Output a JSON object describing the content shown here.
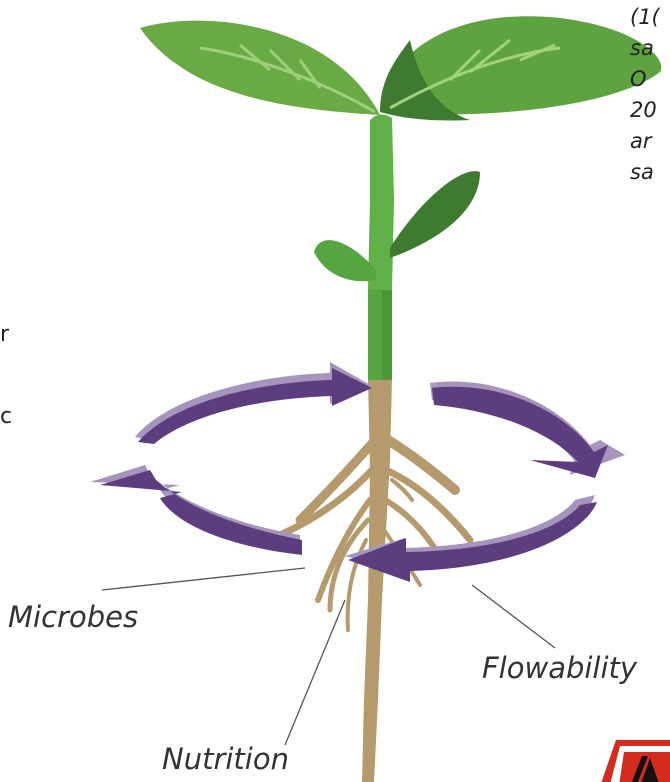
{
  "labels": {
    "microbes": "Microbes",
    "flowability": "Flowability",
    "nutrition": "Nutrition"
  },
  "side_text_lines": [
    "(1(",
    "sa",
    "O",
    "20",
    "ar",
    "sa"
  ],
  "left_fragments": [
    "r",
    "c"
  ],
  "colors": {
    "leaf_light": "#6aaa45",
    "leaf_dark": "#3f7a31",
    "stem": "#55a640",
    "root": "#b49a6c",
    "arrow": "#5c3e7e",
    "arrow_shadow": "#a595bd",
    "logo_red": "#d52b1e"
  }
}
